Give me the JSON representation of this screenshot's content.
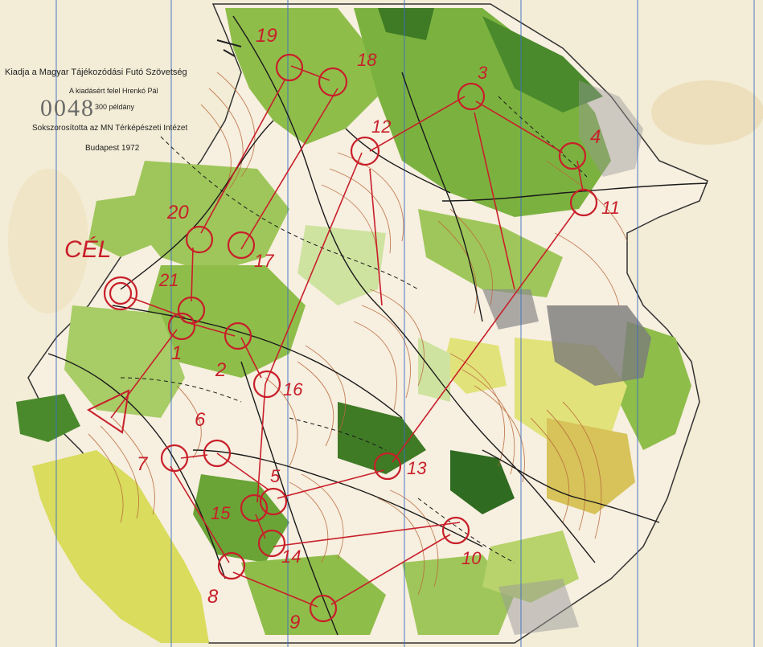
{
  "imprint": {
    "publisher": "Kiadja a Magyar Tájékozódási Futó Szövetség",
    "responsible": "A kiadásért felel Hrenkó Pál",
    "copies": "300 példány",
    "printer": "Sokszorosította az MN Térképészeti Intézet",
    "place_year": "Budapest 1972",
    "stamp_number": "0048"
  },
  "map": {
    "finish_label": "CÉL",
    "start_symbol": "triangle",
    "colors": {
      "paper": "#f3ecd6",
      "forest_light": "#cfe3a1",
      "forest_mid": "#8fbd4a",
      "forest_dark": "#4a8a2c",
      "yellow_open": "#e2e27a",
      "contour": "#b96a3b",
      "course": "#c81f2a",
      "grid": "#3b6fc4",
      "paths": "#1a1a1a",
      "rock": "#6b6b6b"
    },
    "controls": [
      {
        "code": "1"
      },
      {
        "code": "2"
      },
      {
        "code": "3"
      },
      {
        "code": "4"
      },
      {
        "code": "5"
      },
      {
        "code": "6"
      },
      {
        "code": "7"
      },
      {
        "code": "8"
      },
      {
        "code": "9"
      },
      {
        "code": "10"
      },
      {
        "code": "11"
      },
      {
        "code": "12"
      },
      {
        "code": "13"
      },
      {
        "code": "14"
      },
      {
        "code": "15"
      },
      {
        "code": "16"
      },
      {
        "code": "17"
      },
      {
        "code": "18"
      },
      {
        "code": "19"
      },
      {
        "code": "20"
      },
      {
        "code": "21"
      }
    ]
  }
}
